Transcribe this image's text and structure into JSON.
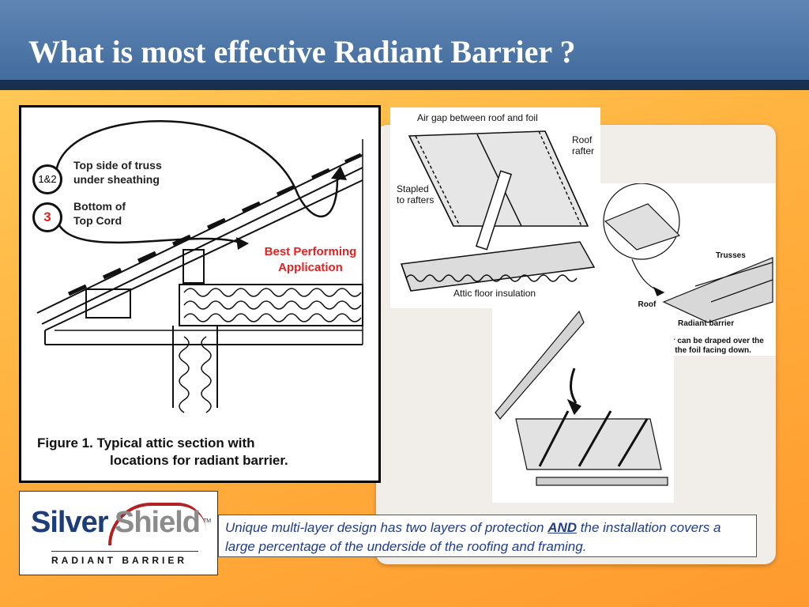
{
  "slide": {
    "title": "What is most effective Radiant Barrier ?"
  },
  "figure1": {
    "callout1_badge": "1&2",
    "callout1_label": "Top side of truss\nunder sheathing",
    "callout2_badge": "3",
    "callout2_label": "Bottom of\nTop Cord",
    "best_label": "Best Performing Application",
    "caption_line1": "Figure 1.  Typical attic section with",
    "caption_line2": "locations for radiant barrier."
  },
  "figure2": {
    "air_gap": "Air gap between roof and foil",
    "roof_rafter": "Roof\nrafter",
    "stapled": "Stapled\nto rafters",
    "attic_floor": "Attic floor insulation"
  },
  "figure3": {
    "trusses": "Trusses",
    "roof_decking": "Roof\ndecking",
    "radiant_barrier": "Radiant barrier",
    "caption": "A radiant barrier can be draped over the\ntrusses with the foil facing down."
  },
  "logo": {
    "word1": "Silver",
    "word2": "Shield",
    "tm": "TM",
    "subtitle": "RADIANT BARRIER"
  },
  "description": {
    "part1": "Unique multi-layer design has two layers of protection ",
    "emphasis": "AND",
    "part2": " the installation covers a large percentage of the underside of the roofing and framing."
  },
  "colors": {
    "header": "#4e76a6",
    "header_bar": "#18304e",
    "accent_red": "#e62020",
    "body_text_blue": "#1f3c8a"
  }
}
